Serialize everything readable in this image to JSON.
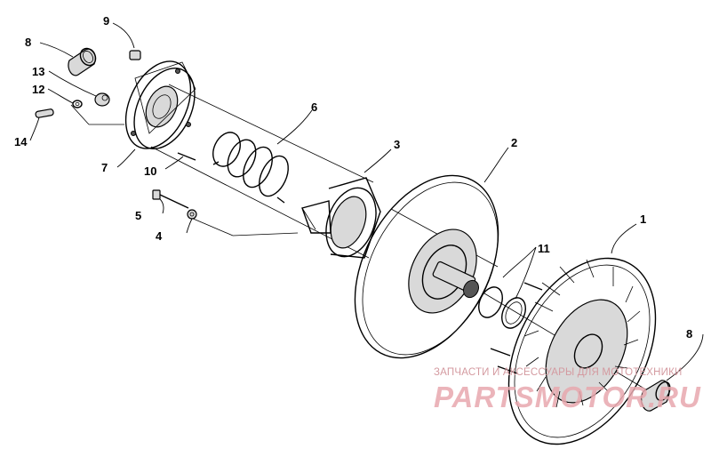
{
  "callouts": {
    "c1": "1",
    "c2": "2",
    "c3": "3",
    "c4": "4",
    "c5": "5",
    "c6": "6",
    "c7": "7",
    "c8a": "8",
    "c8b": "8",
    "c9": "9",
    "c10": "10",
    "c11": "11",
    "c12": "12",
    "c13": "13",
    "c14": "14"
  },
  "watermark": {
    "tagline": "ЗАПЧАСТИ И АКСЕССУАРЫ ДЛЯ МОТОТЕХНИКИ",
    "brand": "PARTSMOTOR.RU"
  },
  "colors": {
    "line": "#000000",
    "background": "#ffffff",
    "watermark": "#e8a8ae"
  }
}
